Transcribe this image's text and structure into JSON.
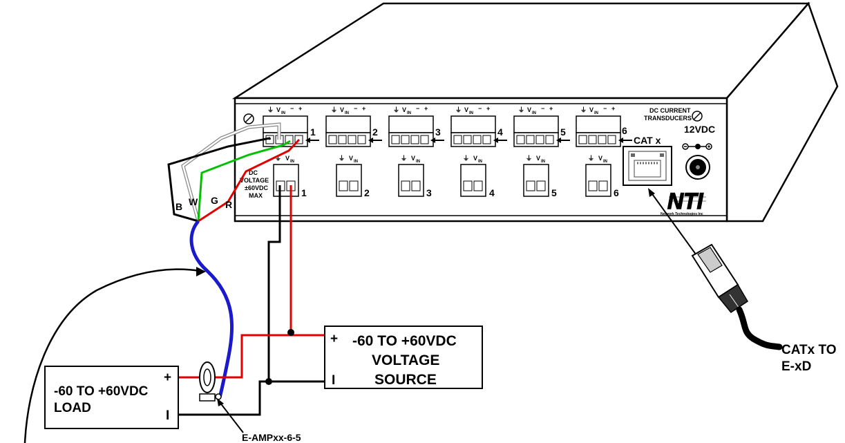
{
  "device": {
    "transducer_header": {
      "ground": "⏚",
      "vin": "V",
      "vin_sub": "IN",
      "minus": "−",
      "plus": "+"
    },
    "voltage_header": {
      "ground": "⏚",
      "vin": "V",
      "vin_sub": "IN"
    },
    "dc_current_label": [
      "DC CURRENT",
      "TRANSDUCERS"
    ],
    "dc_voltage_label": [
      "DC",
      "VOLTAGE",
      "±60VDC",
      "MAX"
    ],
    "channels": [
      "1",
      "2",
      "3",
      "4",
      "5",
      "6"
    ],
    "cat_label": "CAT x",
    "power_label": "12VDC",
    "logo": "NTI",
    "logo_sub": "Network Technologies Inc"
  },
  "wires": {
    "black": "B",
    "white": "W",
    "green": "G",
    "red": "R"
  },
  "load": {
    "lines": [
      "-60 TO +60VDC",
      "LOAD"
    ],
    "plus": "+",
    "minus": "I"
  },
  "source": {
    "lines": [
      "-60 TO +60VDC",
      "VOLTAGE",
      "SOURCE"
    ],
    "plus": "+",
    "minus": "I"
  },
  "sensor_label": "E-AMPxx-6-5",
  "cable_label": [
    "CATx TO",
    "E-xD"
  ],
  "colors": {
    "black": "#000000",
    "red": "#e00000",
    "green": "#00c000",
    "blue": "#1a1acc",
    "gray": "#888888"
  }
}
